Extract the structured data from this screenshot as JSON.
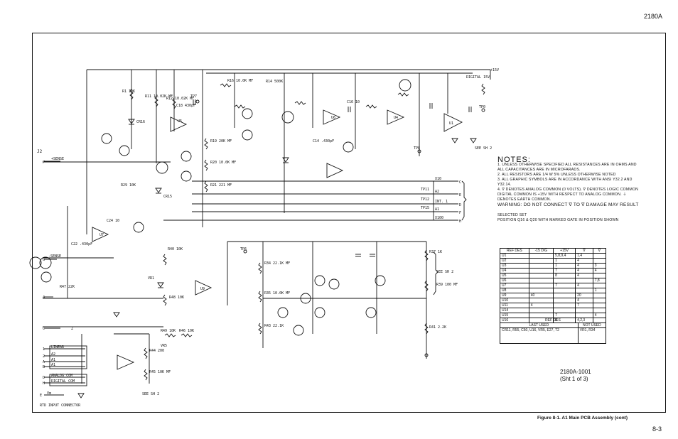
{
  "header": {
    "doc_number": "2180A"
  },
  "footer": {
    "figure_caption": "Figure 8-1. A1 Main PCB Assembly (cont)",
    "page_number": "8-3"
  },
  "title_block": {
    "drawing_number": "2180A-1001",
    "sheet": "(Sht 1 of 3)"
  },
  "connector": {
    "label": "J2",
    "title": "RTD INPUT CONNECTOR",
    "pins": [
      {
        "pin": "F",
        "signal": "+SENSE"
      },
      {
        "pin": "G",
        "signal": "-SENSE"
      },
      {
        "pin": "4",
        "signal": ""
      },
      {
        "pin": "C",
        "signal": "Z"
      },
      {
        "pin": "1",
        "signal": "LINEAR"
      },
      {
        "pin": "2",
        "signal": "A2"
      },
      {
        "pin": "A",
        "signal": "A1"
      },
      {
        "pin": "B",
        "signal": "A1"
      },
      {
        "pin": "D",
        "signal": "ANALOG COM"
      },
      {
        "pin": "H",
        "signal": "DIGITAL COM"
      },
      {
        "pin": "E",
        "signal": "Vm"
      }
    ]
  },
  "schematic": {
    "rail_top": "+15V",
    "digital_rail": "DIGITAL 15V",
    "labels": {
      "r1": "R1 10K",
      "r11": "R11 10.02K MF",
      "r12": "R12 10.02K MF",
      "r16": "R16 10.0K MF",
      "r14": "R14 500K",
      "r19": "R19 20K MF",
      "r20": "R20 10.0K MF",
      "r21": "R21 221 MF",
      "r29": "R29 10K",
      "r34": "R34 22.1K MF",
      "r35": "R35 10.0K MF",
      "r37": "R37 1K",
      "r39": "R39 100 MF",
      "r40": "R40 10K",
      "r41": "R41 2.2K",
      "r43": "R43 22.1K",
      "r44": "R44 200",
      "r45": "R45 10K MF",
      "r46": "R46 10K",
      "r47": "R47 22K",
      "r48": "R48 10K",
      "r49": "R49 10K",
      "see_sh2": "SEE SH 2",
      "tp6": "TP6",
      "tp7": "TP7",
      "tp8": "TP8",
      "tp11": "TP11",
      "tp12": "TP12",
      "tp15": "TP15",
      "tp0": "TP0",
      "u5": "U5",
      "u6": "U6",
      "u7": "U7",
      "u9": "U9",
      "u4": "U4",
      "u1": "U1",
      "cr15": "CR15",
      "cr16": "CR16",
      "vr1": "VR1",
      "vr5": "VR5",
      "c18": "C18 430pF",
      "c16": "C16 10",
      "c14": "C14 .430pF",
      "c22": "C22 .430pF",
      "c24": "C24 10"
    },
    "outputs": [
      {
        "name": "X10",
        "pin": "C"
      },
      {
        "name": "A2",
        "pin": "E"
      },
      {
        "name": "INT. 1",
        "pin": "D"
      },
      {
        "name": "A1",
        "pin": "F"
      },
      {
        "name": "X100",
        "pin": "H"
      }
    ],
    "see_sht2": "SEE SH 2"
  },
  "notes": {
    "title": "NOTES:",
    "items": [
      "1. UNLESS OTHERWISE SPECIFIED ALL RESISTANCES ARE IN OHMS AND ALL CAPACITANCES ARE IN MICROFARADS.",
      "2. ALL RESISTORS ARE 1/4 W 5% UNLESS OTHERWISE NOTED",
      "3. ALL GRAPHIC SYMBOLS ARE IN ACCORDANCE WITH ANSI Y32.2 AND Y32.14.",
      "4. ∇ DENOTES ANALOG COMMON (0 VOLTS). ∇ DENOTES LOGIC COMMON DIGITAL COMMON IS +15V WITH RESPECT TO ANALOG COMMON. ⏚ DENOTES EARTH COMMON.",
      "WARNING: DO NOT CONNECT ∇ TO ∇ DAMAGE MAY RESULT"
    ],
    "extra": [
      "SELECTED SET",
      "POSITION Q16 & Q20 WITH MARKED GATE IN POSITION SHOWN"
    ]
  },
  "power_table": {
    "headers": [
      "REF DES",
      "-15 DIG",
      "+15V",
      "∇",
      "∇"
    ],
    "rows": [
      [
        "U1",
        "",
        "5,8,9,4",
        "1,4",
        ""
      ],
      [
        "U2",
        "",
        "1",
        "4",
        ""
      ],
      [
        "U3",
        "",
        "1",
        "4",
        "3"
      ],
      [
        "U4",
        "",
        "7",
        "4",
        "4"
      ],
      [
        "U5",
        "",
        "8",
        "4",
        ""
      ],
      [
        "U6",
        "",
        "",
        "",
        "7,8"
      ],
      [
        "U7",
        "",
        "7",
        "4",
        ""
      ],
      [
        "U8",
        "",
        "",
        "",
        "1"
      ],
      [
        "U9",
        "40",
        "",
        "20",
        ""
      ],
      [
        "U10",
        "",
        "",
        "4",
        ""
      ],
      [
        "U11",
        "4",
        "",
        "7",
        ""
      ],
      [
        "U14",
        "",
        "",
        "",
        ""
      ],
      [
        "U15",
        "",
        "7",
        "",
        "4"
      ],
      [
        "U16",
        "",
        "8",
        "4,2,3",
        ""
      ]
    ]
  },
  "ref_des_table": {
    "title": "REF DES",
    "headers": [
      "LAST USED",
      "NOT USED"
    ],
    "rows": [
      [
        "CR11, R55, C50, U16, VR5, E27, T2",
        "VR1, R34"
      ]
    ]
  }
}
